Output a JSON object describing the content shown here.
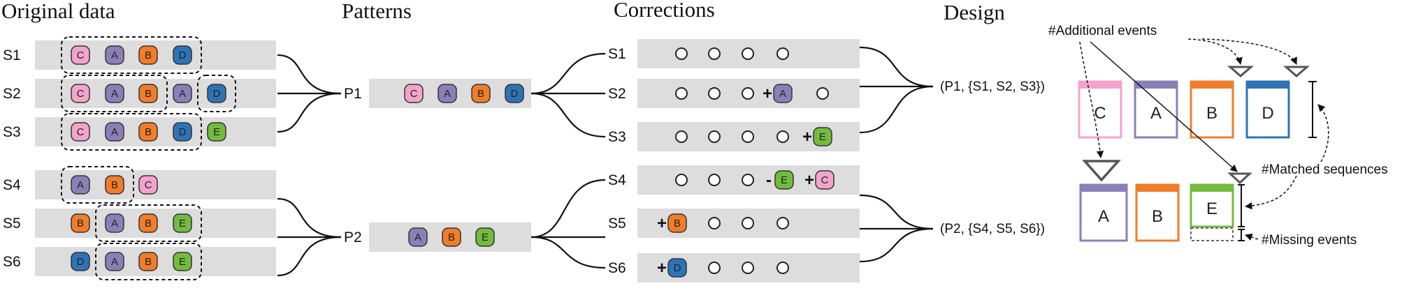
{
  "colors": {
    "A": "#8b7fb8",
    "B": "#f07d2a",
    "C": "#f4a4cc",
    "D": "#2e74b5",
    "E": "#73bb3f",
    "row_bg": "#dddddd"
  },
  "sections": {
    "original": "Original data",
    "patterns": "Patterns",
    "corrections": "Corrections",
    "design": "Design"
  },
  "original_rows": [
    {
      "label": "S1",
      "events": [
        "C",
        "A",
        "B",
        "D"
      ]
    },
    {
      "label": "S2",
      "events": [
        "C",
        "A",
        "B",
        "A",
        "D"
      ]
    },
    {
      "label": "S3",
      "events": [
        "C",
        "A",
        "B",
        "D",
        "E"
      ]
    },
    {
      "label": "S4",
      "events": [
        "A",
        "B",
        "C"
      ]
    },
    {
      "label": "S5",
      "events": [
        "B",
        "A",
        "B",
        "E"
      ]
    },
    {
      "label": "S6",
      "events": [
        "D",
        "A",
        "B",
        "E"
      ]
    }
  ],
  "patterns": [
    {
      "label": "P1",
      "events": [
        "C",
        "A",
        "B",
        "D"
      ]
    },
    {
      "label": "P2",
      "events": [
        "A",
        "B",
        "E"
      ]
    }
  ],
  "corrections": [
    {
      "label": "S1",
      "ops": []
    },
    {
      "label": "S2",
      "ops": [
        {
          "sign": "+",
          "event": "A"
        }
      ]
    },
    {
      "label": "S3",
      "ops": [
        {
          "sign": "+",
          "event": "E"
        }
      ]
    },
    {
      "label": "S4",
      "ops": [
        {
          "sign": "-",
          "event": "E"
        },
        {
          "sign": "+",
          "event": "C"
        }
      ]
    },
    {
      "label": "S5",
      "ops": [
        {
          "sign": "+",
          "event": "B"
        }
      ]
    },
    {
      "label": "S6",
      "ops": [
        {
          "sign": "+",
          "event": "D"
        }
      ]
    }
  ],
  "design": {
    "group1": "(P1, {S1, S2, S3})",
    "group2": "(P2, {S4, S5, S6})",
    "glyph1": [
      "C",
      "A",
      "B",
      "D"
    ],
    "glyph2": [
      "A",
      "B",
      "E"
    ],
    "annotations": {
      "additional": "#Additional events",
      "matched": "#Matched sequences",
      "missing": "#Missing events"
    }
  }
}
